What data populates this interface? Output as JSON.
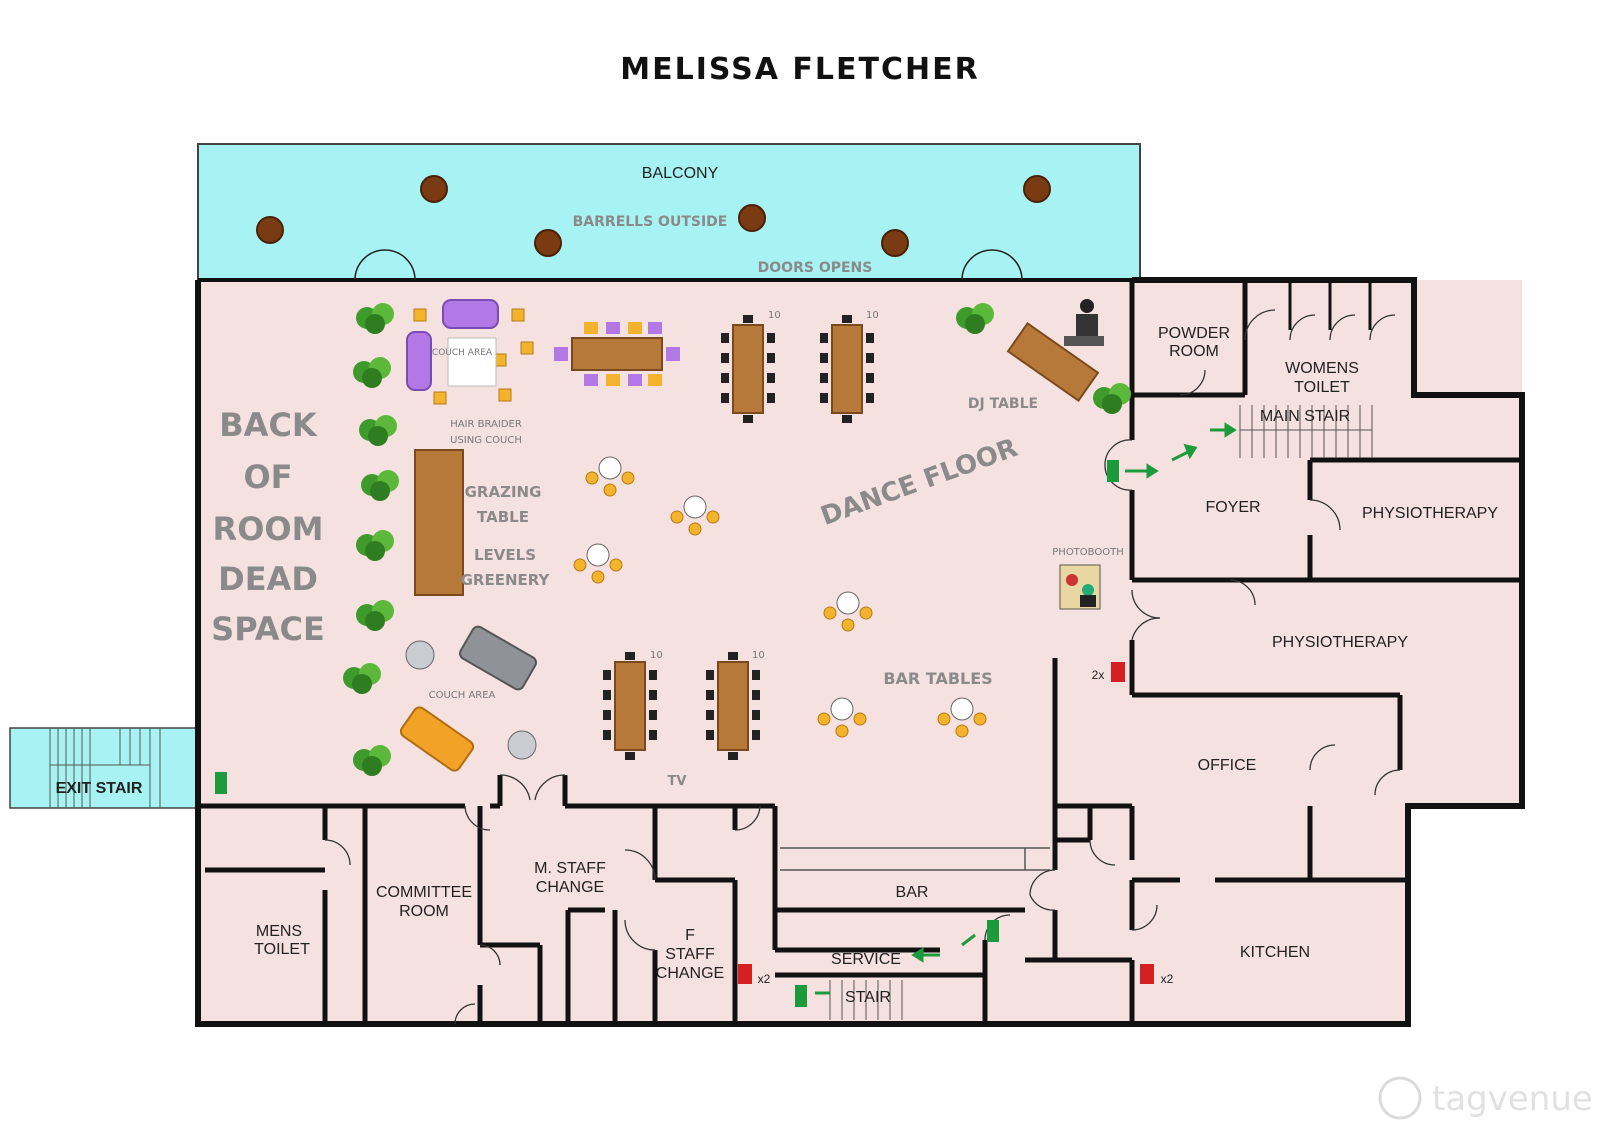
{
  "title": "MELISSA FLETCHER",
  "watermark": "tagvenue",
  "colors": {
    "floor": "#f6e1e1",
    "balcony": "#a7f3f3",
    "wall": "#111111",
    "wood": "#b7793a",
    "barrel": "#7a3b12",
    "chair": "#f4b32c",
    "purple": "#b278e6",
    "plant": "#3f9a2c",
    "exit": "#1c9b3c",
    "extinguisher": "#d42020"
  },
  "labels": {
    "balcony": "BALCONY",
    "barrels": "BARRELLS OUTSIDE",
    "doors": "DOORS OPENS",
    "back1": "BACK",
    "back2": "OF",
    "back3": "ROOM",
    "back4": "DEAD",
    "back5": "SPACE",
    "couch_area": "COUCH AREA",
    "couch_area_2": "COUCH AREA",
    "hair1": "HAIR BRAIDER",
    "hair2": "USING COUCH",
    "grazing1": "GRAZING",
    "grazing2": "TABLE",
    "levels1": "LEVELS",
    "levels2": "GREENERY",
    "dance_floor": "DANCE FLOOR",
    "dj_table": "DJ TABLE",
    "photobooth": "PHOTOBOOTH",
    "bar_tables": "BAR TABLES",
    "tv": "TV",
    "ten1": "10",
    "ten2": "10",
    "ten3": "10",
    "ten4": "10",
    "powder1": "POWDER",
    "powder2": "ROOM",
    "womens1": "WOMENS",
    "womens2": "TOILET",
    "main_stair": "MAIN STAIR",
    "foyer": "FOYER",
    "physio1": "PHYSIOTHERAPY",
    "physio2": "PHYSIOTHERAPY",
    "office": "OFFICE",
    "kitchen": "KITCHEN",
    "bar": "BAR",
    "service": "SERVICE",
    "stair": "STAIR",
    "exit_stair": "EXIT STAIR",
    "mens1": "MENS",
    "mens2": "TOILET",
    "committee1": "COMMITTEE",
    "committee2": "ROOM",
    "mstaff1": "M. STAFF",
    "mstaff2": "CHANGE",
    "fstaff1": "F",
    "fstaff2": "STAFF",
    "fstaff3": "CHANGE",
    "x2a": "2x",
    "x2b": "x2",
    "x2c": "x2"
  }
}
